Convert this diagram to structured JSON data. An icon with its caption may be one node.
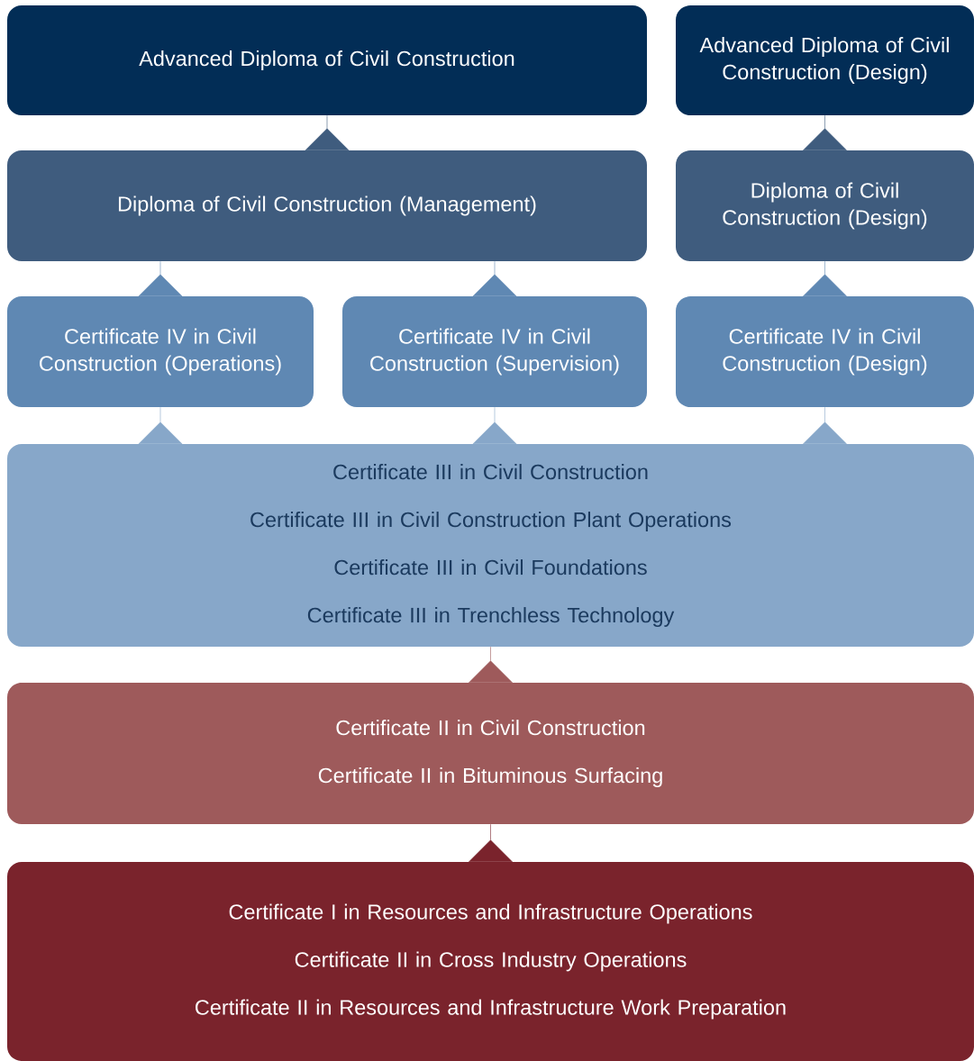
{
  "diagram": {
    "nodes": [
      {
        "text": [
          "Advanced Diploma of Civil Construction"
        ]
      },
      {
        "text": [
          "Advanced Diploma of Civil Construction (Design)"
        ]
      },
      {
        "text": [
          "Diploma of Civil Construction (Management)"
        ]
      },
      {
        "text": [
          "Diploma of Civil Construction (Design)"
        ]
      },
      {
        "text": [
          "Certificate IV in Civil Construction (Operations)"
        ]
      },
      {
        "text": [
          "Certificate IV in Civil Construction (Supervision)"
        ]
      },
      {
        "text": [
          "Certificate IV in Civil Construction (Design)"
        ]
      },
      {
        "text": [
          "Certificate III in Civil Construction",
          "Certificate III in Civil Construction Plant Operations",
          "Certificate III in Civil Foundations",
          "Certificate III in Trenchless Technology"
        ]
      },
      {
        "text": [
          "Certificate II in Civil Construction",
          "Certificate II in Bituminous Surfacing"
        ]
      },
      {
        "text": [
          "Certificate I in Resources and Infrastructure Operations",
          "Certificate II in Cross Industry Operations",
          "Certificate II in Resources and Infrastructure Work Preparation"
        ]
      }
    ],
    "edges": [
      {
        "from": 2,
        "to": 0,
        "arrow": "to",
        "color": "#3f5c7e"
      },
      {
        "from": 3,
        "to": 1,
        "arrow": "to",
        "color": "#3f5c7e"
      },
      {
        "from": 4,
        "to": 2,
        "arrow": "to",
        "color": "#5f88b3"
      },
      {
        "from": 5,
        "to": 2,
        "arrow": "to",
        "color": "#5f88b3"
      },
      {
        "from": 6,
        "to": 3,
        "arrow": "to",
        "color": "#5f88b3"
      },
      {
        "from": 7,
        "to": 4,
        "arrow": "to",
        "color": "#87a7c9"
      },
      {
        "from": 7,
        "to": 5,
        "arrow": "to",
        "color": "#87a7c9"
      },
      {
        "from": 7,
        "to": 6,
        "arrow": "to",
        "color": "#87a7c9"
      },
      {
        "from": 8,
        "to": 7,
        "arrow": "to",
        "color": "#9e5a5b"
      },
      {
        "from": 9,
        "to": 8,
        "arrow": "to",
        "color": "#7a232c"
      }
    ]
  }
}
